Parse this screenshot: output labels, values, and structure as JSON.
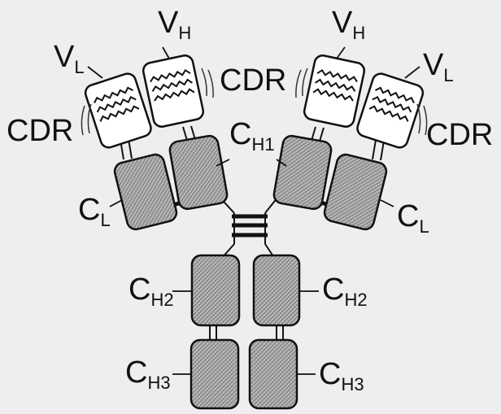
{
  "labels": {
    "vh": {
      "main": "V",
      "sub": "H"
    },
    "vl": {
      "main": "V",
      "sub": "L"
    },
    "cdr": "CDR",
    "ch1": {
      "main": "C",
      "sub": "H1"
    },
    "cl": {
      "main": "C",
      "sub": "L"
    },
    "ch2": {
      "main": "C",
      "sub": "H2"
    },
    "ch3": {
      "main": "C",
      "sub": "H3"
    }
  },
  "colors": {
    "background": "#eeedf0",
    "constant_domain_fill": "#b8b8b8",
    "variable_domain_fill": "#ffffff",
    "outline": "#111111"
  }
}
